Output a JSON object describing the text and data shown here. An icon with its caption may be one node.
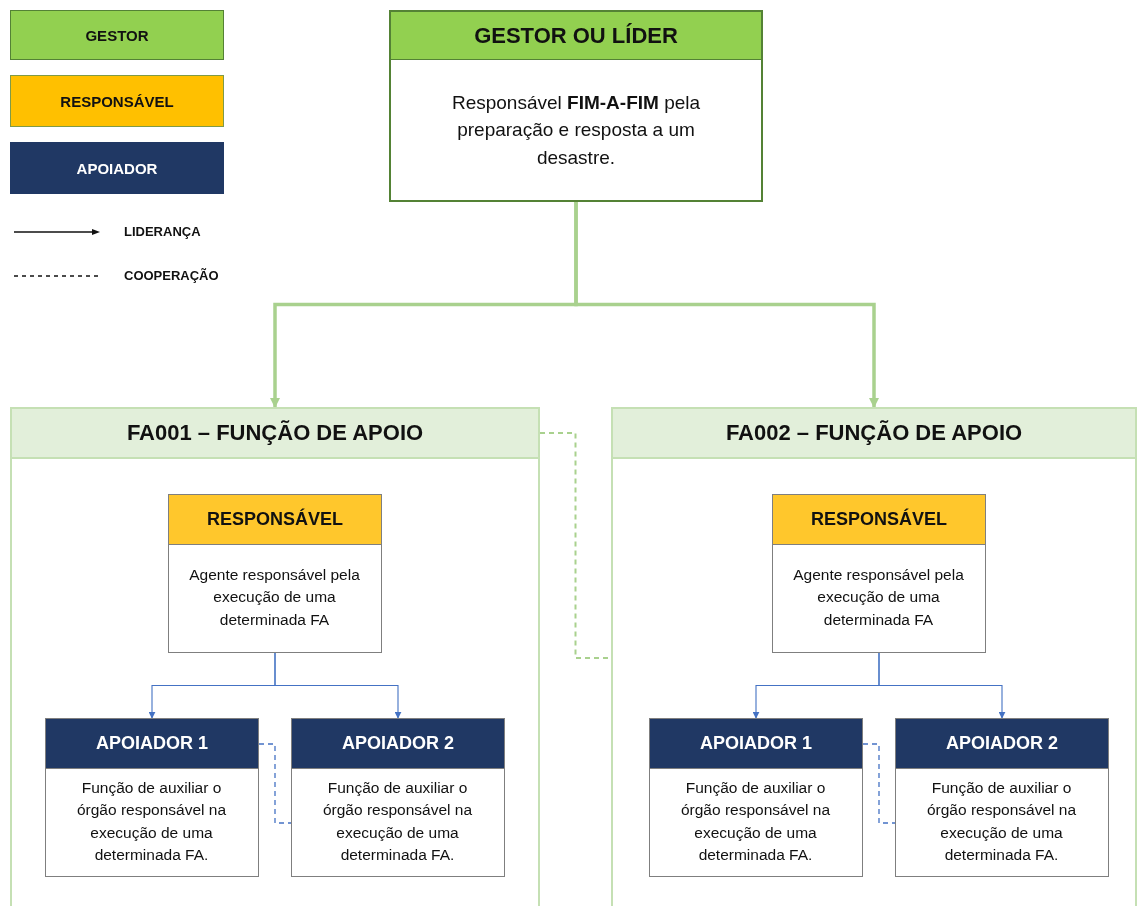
{
  "diagram": {
    "nodes": [
      {
        "text": [
          "GESTOR OU LÍDER",
          "Responsável **FIM-A-FIM** pela preparação e resposta a um desastre."
        ]
      },
      {
        "text": [
          "FA001 – FUNÇÃO DE APOIO"
        ]
      },
      {
        "text": [
          "RESPONSÁVEL",
          "Agente responsável pela execução de uma determinada FA"
        ],
        "in": 1
      },
      {
        "text": [
          "APOIADOR 1",
          "Função de auxiliar o órgão responsável na execução de uma determinada FA."
        ],
        "in": 1
      },
      {
        "text": [
          "APOIADOR 2",
          "Função de auxiliar o órgão responsável na execução de uma determinada FA."
        ],
        "in": 1
      },
      {
        "text": [
          "FA002 – FUNÇÃO DE APOIO"
        ]
      },
      {
        "text": [
          "RESPONSÁVEL",
          "Agente responsável pela execução de uma determinada FA"
        ],
        "in": 5
      },
      {
        "text": [
          "APOIADOR 1",
          "Função de auxiliar o órgão responsável na execução de uma determinada FA."
        ],
        "in": 5
      },
      {
        "text": [
          "APOIADOR 2",
          "Função de auxiliar o órgão responsável na execução de uma determinada FA."
        ],
        "in": 5
      }
    ],
    "edges": [
      {
        "from": 0,
        "to": 1,
        "arrow": "to",
        "style": "thick",
        "color": "#a9d18e"
      },
      {
        "from": 0,
        "to": 5,
        "arrow": "to",
        "style": "thick",
        "color": "#a9d18e"
      },
      {
        "from": 1,
        "to": 5,
        "arrow": "none",
        "style": "dashed",
        "color": "#a9d18e"
      },
      {
        "from": 2,
        "to": 3,
        "arrow": "to"
      },
      {
        "from": 2,
        "to": 4,
        "arrow": "to"
      },
      {
        "from": 3,
        "to": 4,
        "arrow": "none",
        "style": "dashed"
      },
      {
        "from": 6,
        "to": 7,
        "arrow": "to"
      },
      {
        "from": 6,
        "to": 8,
        "arrow": "to"
      },
      {
        "from": 7,
        "to": 8,
        "arrow": "none",
        "style": "dashed"
      }
    ],
    "legend": [
      {
        "text": "GESTOR",
        "color": "#92d050"
      },
      {
        "text": "RESPONSÁVEL",
        "color": "#ffc000"
      },
      {
        "text": "APOIADOR",
        "color": "#203864"
      },
      {
        "text": "LIDERANÇA"
      },
      {
        "text": "COOPERAÇÃO"
      }
    ]
  }
}
